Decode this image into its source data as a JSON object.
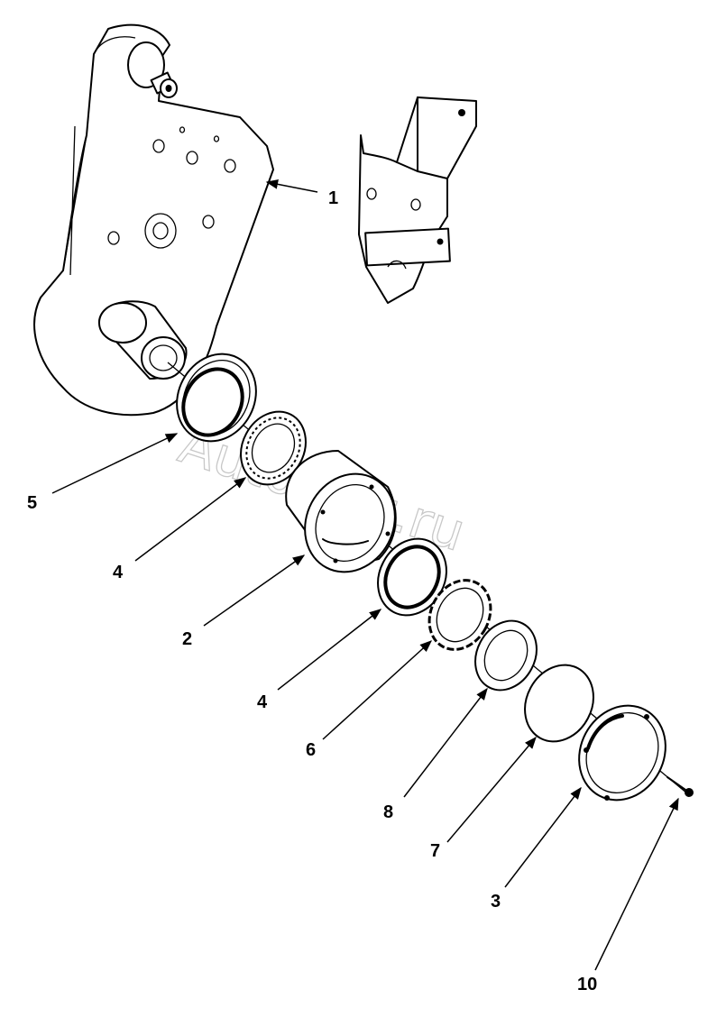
{
  "watermark": "AutoSoft.ru",
  "callouts": [
    {
      "id": "1",
      "text": "1"
    },
    {
      "id": "5",
      "text": "5"
    },
    {
      "id": "4a",
      "text": "4"
    },
    {
      "id": "2",
      "text": "2"
    },
    {
      "id": "4b",
      "text": "4"
    },
    {
      "id": "6",
      "text": "6"
    },
    {
      "id": "8",
      "text": "8"
    },
    {
      "id": "7",
      "text": "7"
    },
    {
      "id": "3",
      "text": "3"
    },
    {
      "id": "10",
      "text": "10"
    }
  ]
}
